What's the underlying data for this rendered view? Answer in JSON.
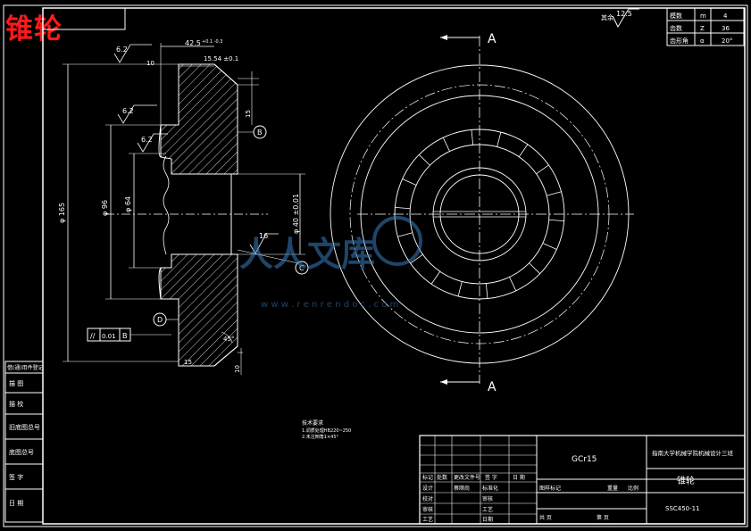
{
  "title_overlay": "锥轮",
  "params_table": {
    "rows": [
      [
        "模数",
        "m",
        "4"
      ],
      [
        "齿数",
        "Z",
        "36"
      ],
      [
        "齿形角",
        "α",
        "20°"
      ]
    ]
  },
  "roughness_note": {
    "label": "其余",
    "value": "12.5"
  },
  "section_marks": {
    "top": "A",
    "bottom": "A"
  },
  "dims": {
    "d_outer": "φ 165",
    "d_mid": "φ 96",
    "d_inner": "φ 64",
    "d_bore": "φ 40 ±0.01",
    "w_top": "42.5",
    "tol_top": "+0.1\n-0.3",
    "w_small": "10",
    "chamfer_dim": "15.54 ±0.1",
    "h15": "15",
    "h16": "16",
    "h10": "10",
    "h15b": "15",
    "angle": "45°",
    "r1": "6.2",
    "r2": "6.2",
    "r3": "6.2"
  },
  "callouts": {
    "b": "B",
    "c": "C",
    "d": "D"
  },
  "tolerance_frame": {
    "sym": "//",
    "val": "0.01",
    "ref": "B"
  },
  "tech_note": {
    "title": "技术要求",
    "lines": [
      "1.调质处理HB220~250",
      "2.未注倒角1×45°"
    ]
  },
  "left_strip": [
    "借(通)用件登记",
    "描 图",
    "描 校",
    "旧底图总号",
    "底图总号",
    "签 字",
    "日 期"
  ],
  "title_block": {
    "material": "GCr15",
    "school": "指南大学机械学院机械设计三班",
    "part_name": "锥轮",
    "drawing_no": "SSC450-11",
    "row1": [
      "标记",
      "处数",
      "更改文件号",
      "签 字",
      "日 期"
    ],
    "row2": [
      "设计",
      "蔡顺尚",
      "标准化",
      "图样标记",
      "重量",
      "比例"
    ],
    "row3": [
      "校对",
      "审核"
    ],
    "row4": [
      "审核",
      "工艺"
    ],
    "row5": [
      "工艺",
      "日期",
      "共 页",
      "第 页"
    ]
  },
  "watermark": {
    "text": "人人文库",
    "url": "w w w . r e n r e n d o c . c o m"
  }
}
